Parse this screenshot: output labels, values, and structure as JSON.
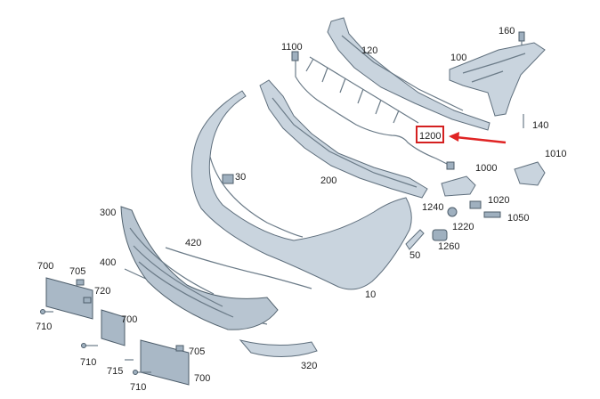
{
  "diagram": {
    "labels": {
      "p1100": "1100",
      "p120": "120",
      "p160": "160",
      "p100": "100",
      "p140": "140",
      "p1200": "1200",
      "p1010": "1010",
      "p1000": "1000",
      "p30": "30",
      "p200": "200",
      "p1020": "1020",
      "p1240": "1240",
      "p1050": "1050",
      "p1220": "1220",
      "p300": "300",
      "p420": "420",
      "p1260": "1260",
      "p50": "50",
      "p400": "400",
      "p700a": "700",
      "p705a": "705",
      "p720": "720",
      "p10": "10",
      "p700b": "700",
      "p710a": "710",
      "p705b": "705",
      "p710b": "710",
      "p715": "715",
      "p700c": "700",
      "p710c": "710",
      "p320": "320"
    },
    "highlight": {
      "label": "1200",
      "color": "#d42020"
    },
    "colors": {
      "part": "#c9d4de",
      "outline": "#5f6f7d",
      "arrow": "#e02424"
    }
  }
}
